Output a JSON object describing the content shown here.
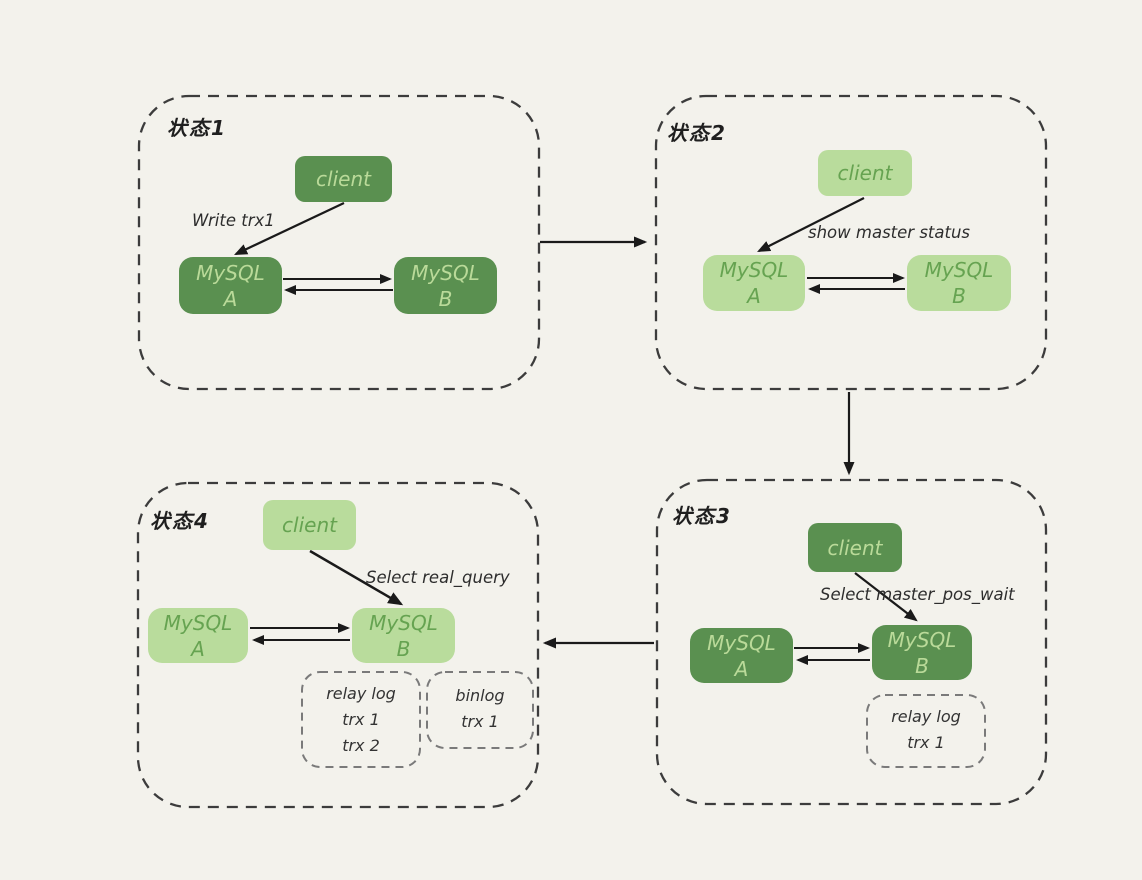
{
  "diagram": {
    "background_color": "#f3f2ec",
    "colors": {
      "dark_box_fill": "#5a9050",
      "dark_box_text": "#bada99",
      "light_box_fill": "#b9dc9c",
      "light_box_text": "#66a351",
      "arrow": "#1a1a1a",
      "container_border": "#3c3c3c",
      "log_box_border": "#7a7a7a",
      "annotation_text": "#2d2d2d"
    },
    "states": [
      {
        "label": "状态1",
        "theme": "dark",
        "client": "client",
        "annotation": "Write trx1",
        "node_a": {
          "line1": "MySQL",
          "line2": "A"
        },
        "node_b": {
          "line1": "MySQL",
          "line2": "B"
        },
        "logs": []
      },
      {
        "label": "状态2",
        "theme": "light",
        "client": "client",
        "annotation": "show master status",
        "node_a": {
          "line1": "MySQL",
          "line2": "A"
        },
        "node_b": {
          "line1": "MySQL",
          "line2": "B"
        },
        "logs": []
      },
      {
        "label": "状态3",
        "theme": "dark",
        "client": "client",
        "annotation": "Select master_pos_wait",
        "node_a": {
          "line1": "MySQL",
          "line2": "A"
        },
        "node_b": {
          "line1": "MySQL",
          "line2": "B"
        },
        "logs": [
          {
            "lines": [
              "relay log",
              "trx 1"
            ]
          }
        ]
      },
      {
        "label": "状态4",
        "theme": "light",
        "client": "client",
        "annotation": "Select real_query",
        "node_a": {
          "line1": "MySQL",
          "line2": "A"
        },
        "node_b": {
          "line1": "MySQL",
          "line2": "B"
        },
        "logs": [
          {
            "lines": [
              "relay log",
              "trx 1",
              "trx 2"
            ]
          },
          {
            "lines": [
              "binlog",
              "trx 1"
            ]
          }
        ]
      }
    ],
    "connections": [
      {
        "from": "state-1",
        "to": "state-2",
        "direction": "right"
      },
      {
        "from": "state-2",
        "to": "state-3",
        "direction": "down"
      },
      {
        "from": "state-3",
        "to": "state-4",
        "direction": "left"
      }
    ]
  }
}
